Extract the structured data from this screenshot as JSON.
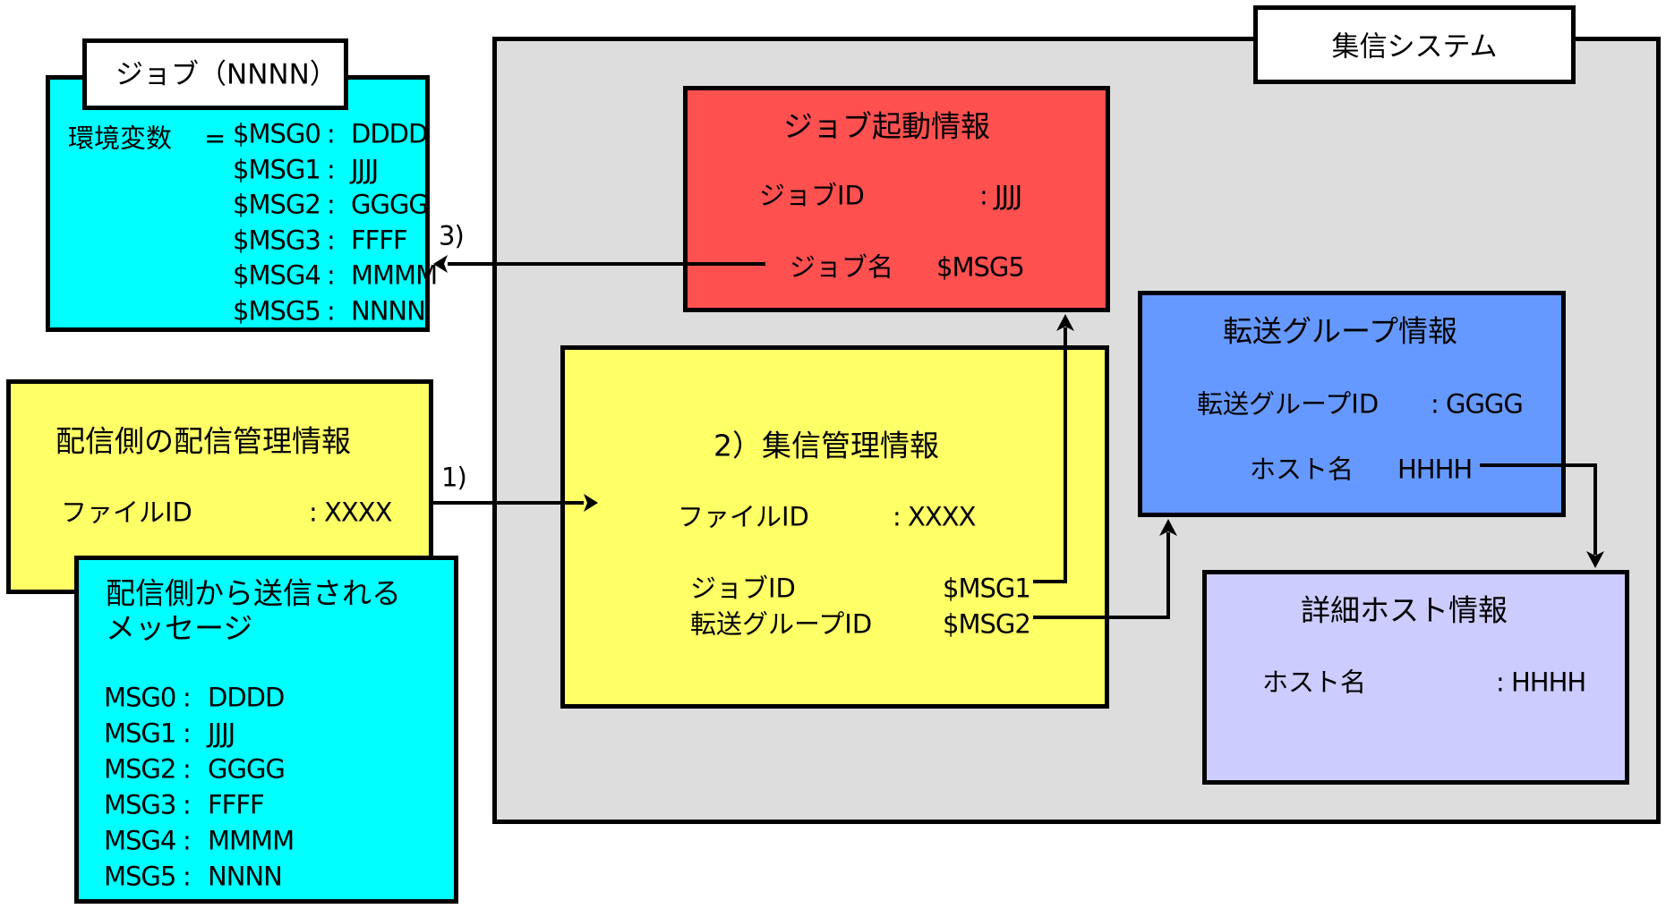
{
  "colors": {
    "system_bg": "#DDDDDD",
    "job_start": "#FF5050",
    "collection_mgmt": "#FFFF66",
    "transfer_group": "#6699FF",
    "host_detail": "#CCCCFF",
    "job_env": "#00FFFF",
    "sender_mgmt": "#FFFF66",
    "sender_msg": "#00FFFF"
  },
  "system": {
    "label": "集信システム"
  },
  "job": {
    "label": "ジョブ（NNNN）",
    "env_label": "環境変数",
    "equals": "=",
    "vars": [
      {
        "name": "$MSG0",
        "sep": ":",
        "value": "DDDD"
      },
      {
        "name": "$MSG1",
        "sep": ":",
        "value": "JJJJ"
      },
      {
        "name": "$MSG2",
        "sep": ":",
        "value": "GGGG"
      },
      {
        "name": "$MSG3",
        "sep": ":",
        "value": "FFFF"
      },
      {
        "name": "$MSG4",
        "sep": ":",
        "value": "MMMM"
      },
      {
        "name": "$MSG5",
        "sep": ":",
        "value": "NNNN"
      }
    ]
  },
  "job_start": {
    "title": "ジョブ起動情報",
    "job_id_label": "ジョブID",
    "job_id_value": ": JJJJ",
    "job_name_label": "ジョブ名",
    "job_name_value": "$MSG5"
  },
  "sender_mgmt": {
    "title": "配信側の配信管理情報",
    "file_id_label": "ファイルID",
    "file_id_value": ": XXXX"
  },
  "collection_mgmt": {
    "title": "2）集信管理情報",
    "file_id_label": "ファイルID",
    "file_id_value": ": XXXX",
    "job_id_label": "ジョブID",
    "job_id_value": "$MSG1",
    "group_id_label": "転送グループID",
    "group_id_value": "$MSG2"
  },
  "transfer_group": {
    "title": "転送グループ情報",
    "group_id_label": "転送グループID",
    "group_id_value": ": GGGG",
    "host_label": "ホスト名",
    "host_value": "HHHH"
  },
  "host_detail": {
    "title": "詳細ホスト情報",
    "host_label": "ホスト名",
    "host_value": ": HHHH"
  },
  "sender_msg": {
    "title_line1": "配信側から送信される",
    "title_line2": "メッセージ",
    "messages": [
      {
        "name": "MSG0",
        "sep": ":",
        "value": "DDDD"
      },
      {
        "name": "MSG1",
        "sep": ":",
        "value": "JJJJ"
      },
      {
        "name": "MSG2",
        "sep": ":",
        "value": "GGGG"
      },
      {
        "name": "MSG3",
        "sep": ":",
        "value": "FFFF"
      },
      {
        "name": "MSG4",
        "sep": ":",
        "value": "MMMM"
      },
      {
        "name": "MSG5",
        "sep": ":",
        "value": "NNNN"
      }
    ]
  },
  "steps": {
    "step1": "1)",
    "step3": "3)"
  }
}
